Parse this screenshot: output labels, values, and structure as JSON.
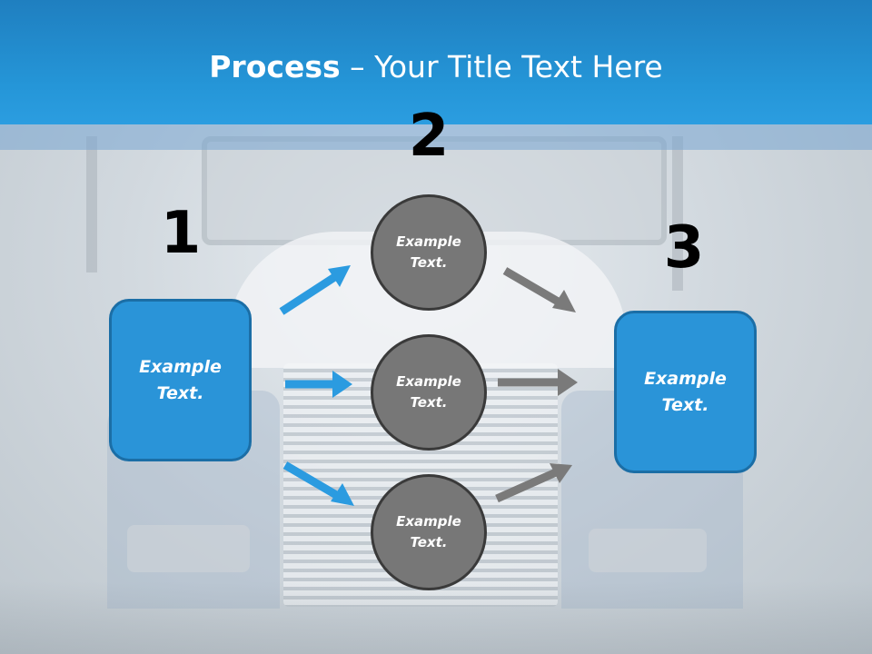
{
  "title": {
    "bold": "Process",
    "rest": " – Your Title Text Here"
  },
  "steps": [
    {
      "number": "1",
      "text": "Example Text."
    },
    {
      "number": "2",
      "items": [
        "Example Text.",
        "Example Text.",
        "Example Text."
      ]
    },
    {
      "number": "3",
      "text": "Example Text."
    }
  ],
  "colors": {
    "header": "#2596d8",
    "box": "#2a94d8",
    "circle": "#777777",
    "arrow_blue": "#2b9be0",
    "arrow_gray": "#7a7a7a"
  }
}
